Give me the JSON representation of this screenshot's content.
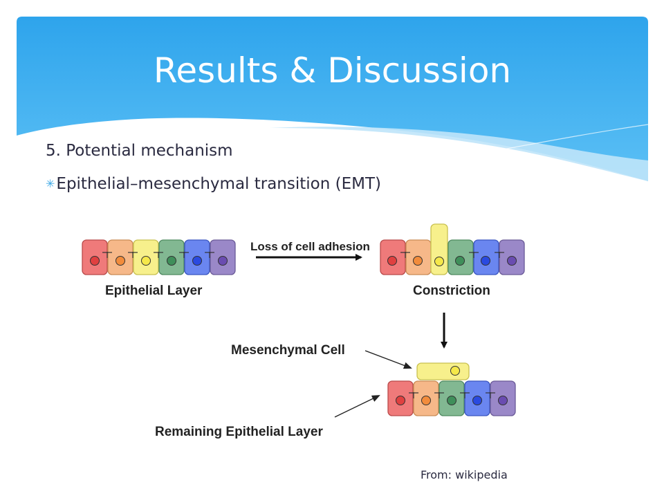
{
  "slide": {
    "title": "Results & Discussion",
    "subtitle": "5. Potential mechanism",
    "bullet_text": "Epithelial–mesenchymal transition (EMT)",
    "bullet_icon": "asterisk-bullet-icon",
    "credit": "From: wikipedia"
  },
  "diagram": {
    "labels": {
      "epithelial_layer": "Epithelial Layer",
      "loss_of_adhesion": "Loss of cell adhesion",
      "constriction": "Constriction",
      "mesenchymal_cell": "Mesenchymal Cell",
      "remaining_layer": "Remaining Epithelial Layer"
    },
    "cell_colors": {
      "red": {
        "fill": "#ef7a7a",
        "stroke": "#b94a4a",
        "nucleus": "#e04040"
      },
      "orange": {
        "fill": "#f6b889",
        "stroke": "#c98a55",
        "nucleus": "#f28c3c"
      },
      "yellow": {
        "fill": "#f7f08c",
        "stroke": "#c8c050",
        "nucleus": "#f5e84a"
      },
      "green": {
        "fill": "#82b892",
        "stroke": "#4f8a60",
        "nucleus": "#3f8f5a"
      },
      "blue": {
        "fill": "#6a86f0",
        "stroke": "#3a56c0",
        "nucleus": "#2a4ae0"
      },
      "purple": {
        "fill": "#9a88c8",
        "stroke": "#6a5a98",
        "nucleus": "#6a4cb0"
      }
    },
    "theme": {
      "banner": "#36a8ec",
      "banner_light": "#bfe4fa",
      "arrow": "#111111",
      "junction": "#333333"
    }
  }
}
